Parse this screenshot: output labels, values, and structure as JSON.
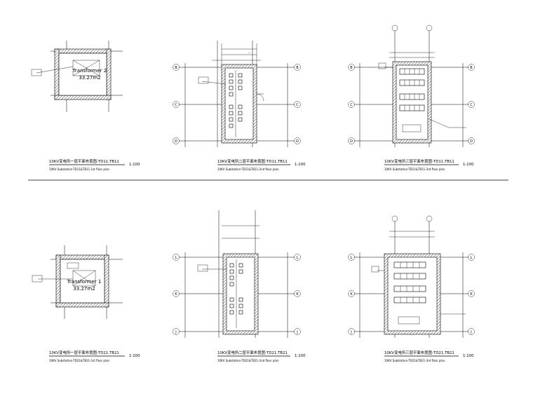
{
  "plans": [
    {
      "id": "td11-1f",
      "title_cn": "10KV变电所一层平面布置图-TD11,TB11",
      "title_en": "10KV Substation-TD11&TB11-1st floor plan",
      "scale": "1:100",
      "room_label": "Transformer 2",
      "room_area": "33.27m2",
      "grid_labels": []
    },
    {
      "id": "td11-2f",
      "title_cn": "10KV变电所二层平面布置图-TD11,TB11",
      "title_en": "10KV Substation-TD11&TB11-2nd floor plan",
      "scale": "1:100",
      "grid_labels": [
        "B",
        "C",
        "D"
      ]
    },
    {
      "id": "td11-3f",
      "title_cn": "10KV变电所三层平面布置图-TD11,TB11",
      "title_en": "10KV Substation-TD11&TB11-3rd floor plan",
      "scale": "1:100",
      "grid_labels": [
        "B",
        "C",
        "D"
      ]
    },
    {
      "id": "td21-1f",
      "title_cn": "10KV变电所一层平面布置图-TD21,TB21",
      "title_en": "10KV Substation-TD21&TB21-1st floor plan",
      "scale": "1:100",
      "room_label": "Transformer 1",
      "room_area": "33.27m2",
      "grid_labels": []
    },
    {
      "id": "td21-2f",
      "title_cn": "10KV变电所二层平面布置图-TD21,TB21",
      "title_en": "10KV Substation-TD21&TB21-2nd floor plan",
      "scale": "1:100",
      "grid_labels": [
        "L",
        "K",
        "J"
      ]
    },
    {
      "id": "td21-3f",
      "title_cn": "10KV变电所三层平面布置图-TD21,TB21",
      "title_en": "10KV Substation-TD21&TB21-3rd floor plan",
      "scale": "1:100",
      "grid_labels": [
        "L",
        "K",
        "J"
      ]
    }
  ]
}
